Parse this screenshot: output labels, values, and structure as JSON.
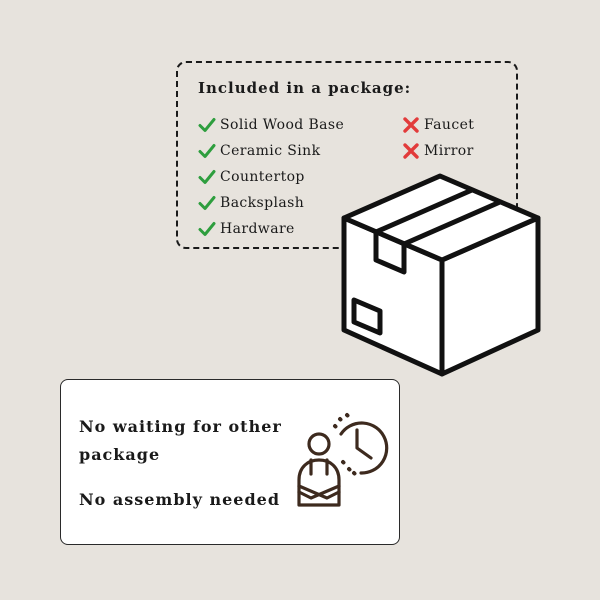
{
  "package": {
    "title": "Included in a package:",
    "included": [
      {
        "label": "Solid Wood Base",
        "icon": "check-icon"
      },
      {
        "label": "Ceramic Sink",
        "icon": "check-icon"
      },
      {
        "label": "Countertop",
        "icon": "check-icon"
      },
      {
        "label": "Backsplash",
        "icon": "check-icon"
      },
      {
        "label": "Hardware",
        "icon": "check-icon"
      }
    ],
    "excluded": [
      {
        "label": "Faucet",
        "icon": "cross-icon"
      },
      {
        "label": "Mirror",
        "icon": "cross-icon"
      }
    ]
  },
  "box": {
    "icon": "package-box-icon"
  },
  "info": {
    "wait_text": "No waiting for other package",
    "assembly_text": "No assembly needed",
    "icon": "person-clock-icon"
  },
  "colors": {
    "background": "#e7e3dd",
    "check": "#2e9e3e",
    "cross": "#e23b3b",
    "icon_brown": "#3d2a1e"
  }
}
